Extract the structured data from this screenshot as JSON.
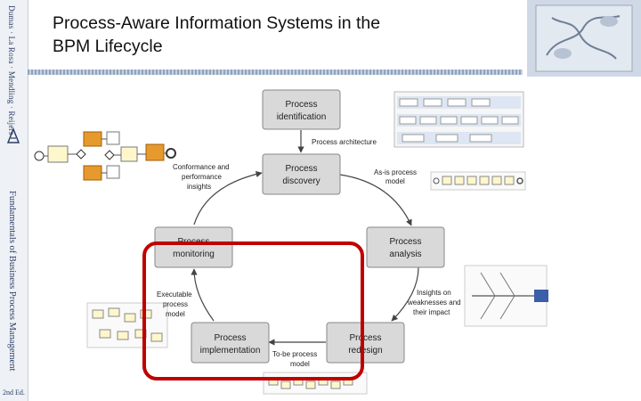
{
  "slide": {
    "title_line1": "Process-Aware Information Systems in the",
    "title_line2": "BPM Lifecycle"
  },
  "sidebar": {
    "authors": "Dumas · La Rosa · Mendling · Reijers",
    "book_title": "Fundamentals of Business Process Management",
    "edition": "2nd Ed."
  },
  "lifecycle": {
    "phases": [
      {
        "line1": "Process",
        "line2": "identification"
      },
      {
        "line1": "Process",
        "line2": "discovery"
      },
      {
        "line1": "Process",
        "line2": "analysis"
      },
      {
        "line1": "Process",
        "line2": "redesign"
      },
      {
        "line1": "Process",
        "line2": "implementation"
      },
      {
        "line1": "Process",
        "line2": "monitoring"
      }
    ],
    "arrow_labels": {
      "process_architecture": "Process architecture",
      "as_is_1": "As-is process",
      "as_is_2": "model",
      "insights_1": "Insights on",
      "insights_2": "weaknesses and",
      "insights_3": "their impact",
      "to_be_1": "To-be process",
      "to_be_2": "model",
      "executable_1": "Executable",
      "executable_2": "process",
      "executable_3": "model",
      "conformance_1": "Conformance and",
      "conformance_2": "performance",
      "conformance_3": "insights"
    }
  },
  "colors": {
    "highlight": "#c00000",
    "phase_box": "#d9d9d9",
    "arrow": "#444444"
  }
}
